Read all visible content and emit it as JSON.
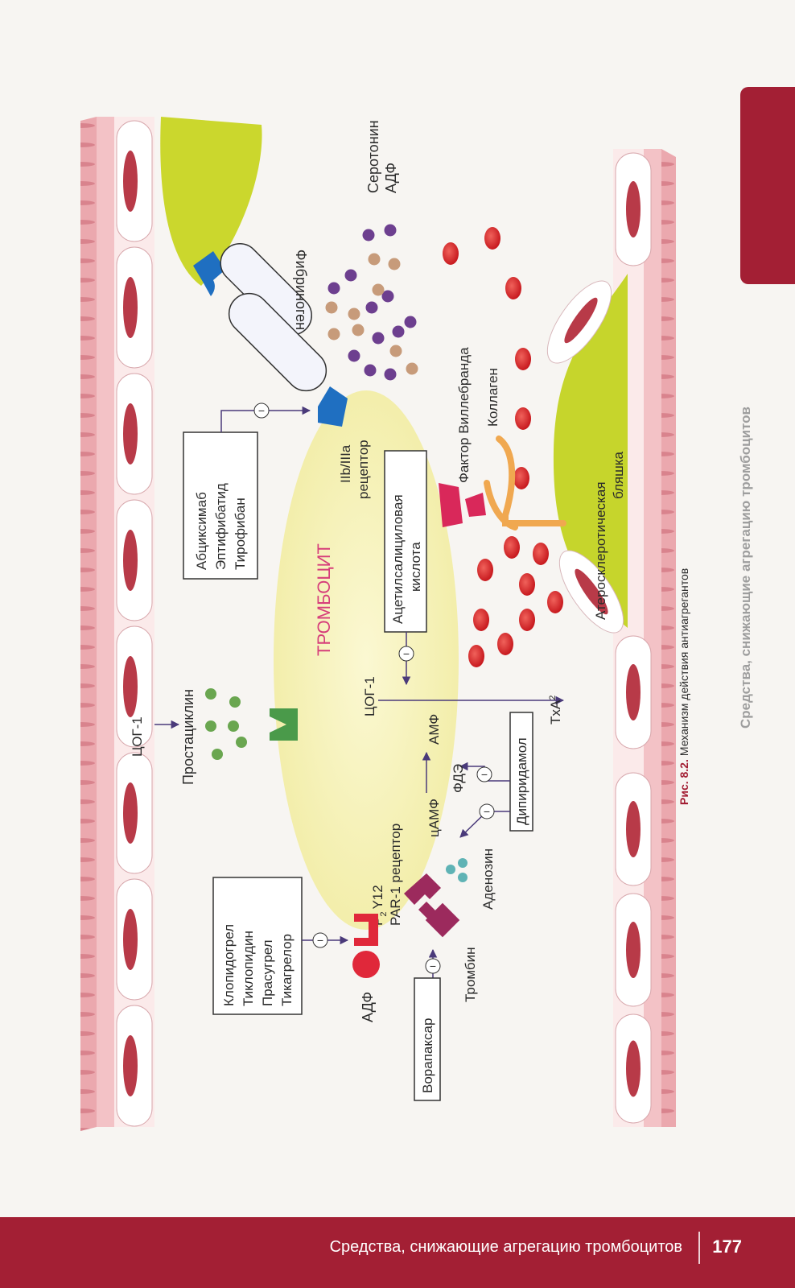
{
  "colors": {
    "accent": "#a31f34",
    "vessel": "#e8a0a8",
    "platelet": "#f6f2b8",
    "plaque": "#c8d62e",
    "rbc": "#e12b2b",
    "arrow": "#4a3a7a"
  },
  "labels": {
    "cog1_top": "ЦОГ-1",
    "prostacyclin": "Простациклин",
    "fibrinogen": "Фибриноген",
    "serotonin": "Серотонин",
    "adf_top": "АДФ",
    "drugs_gp": [
      "Абциксимаб",
      "Эптифибатид",
      "Тирофибан"
    ],
    "iib_receptor_1": "IIb/IIIa",
    "iib_receptor_2": "рецептор",
    "platelet": "ТРОМБОЦИТ",
    "aspirin_1": "Ацетилсалициловая",
    "aspirin_2": "кислота",
    "cog1_inner": "ЦОГ-1",
    "txa": "TxA",
    "txa_sub": "2",
    "camp": "цАМФ",
    "amp": "АМФ",
    "pde": "ФДЭ",
    "dipyridamole": "Дипиридамол",
    "adenosine": "Аденозин",
    "p2y12": "P",
    "p2y12_sub": "2",
    "p2y12_rest": "Y12",
    "par1": "PAR-1 рецептор",
    "drugs_p2y12": [
      "Клопидогрел",
      "Тиклопидин",
      "Прасугрел",
      "Тикагрелор"
    ],
    "adf_left": "АДФ",
    "vorapaxar": "Ворапаксар",
    "thrombin": "Тромбин",
    "vwf": "Фактор Виллебранда",
    "collagen": "Коллаген",
    "plaque_1": "Атеросклеротическая",
    "plaque_2": "бляшка",
    "minus": "−"
  },
  "caption": {
    "prefix": "Рис. 8.2.",
    "text": "Механизм действия антиагрегантов"
  },
  "side_title": "Средства, снижающие агрегацию тромбоцитов",
  "footer": {
    "title": "Средства, снижающие агрегацию тромбоцитов",
    "page": "177"
  }
}
